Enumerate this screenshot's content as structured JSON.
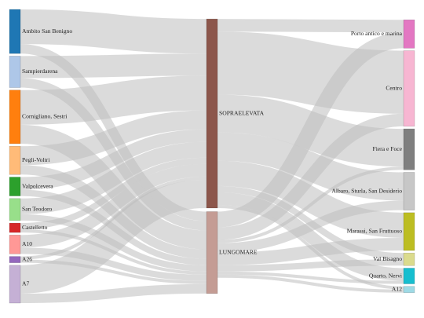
{
  "chart_data": {
    "type": "sankey",
    "title": "",
    "link_color": "#bdbdbd",
    "nodes": [
      {
        "id": "ambito",
        "label": "Ambito San Benigno",
        "column": 0,
        "color": "#1f77b4"
      },
      {
        "id": "sampier",
        "label": "Sampierdarena",
        "column": 0,
        "color": "#aec7e8"
      },
      {
        "id": "cornig",
        "label": "Cornigliano, Sestri",
        "column": 0,
        "color": "#ff7f0e"
      },
      {
        "id": "pegli",
        "label": "Pegli-Voltri",
        "column": 0,
        "color": "#ffbb78"
      },
      {
        "id": "valpol",
        "label": "Valpolcevera",
        "column": 0,
        "color": "#2ca02c"
      },
      {
        "id": "santeo",
        "label": "San Teodoro",
        "column": 0,
        "color": "#98df8a"
      },
      {
        "id": "castel",
        "label": "Castelletto",
        "column": 0,
        "color": "#d62728"
      },
      {
        "id": "a10",
        "label": "A10",
        "column": 0,
        "color": "#ff9896"
      },
      {
        "id": "a26",
        "label": "A26",
        "column": 0,
        "color": "#9467bd"
      },
      {
        "id": "a7",
        "label": "A7",
        "column": 0,
        "color": "#c5b0d5"
      },
      {
        "id": "sopra",
        "label": "SOPRAELEVATA",
        "column": 1,
        "color": "#8c564b"
      },
      {
        "id": "lungo",
        "label": "LUNGOMARE",
        "column": 1,
        "color": "#c49c94"
      },
      {
        "id": "porto",
        "label": "Porto antico e marina",
        "column": 2,
        "color": "#e377c2"
      },
      {
        "id": "centro",
        "label": "Centro",
        "column": 2,
        "color": "#f7b6d2"
      },
      {
        "id": "fiera",
        "label": "Fiera e Foce",
        "column": 2,
        "color": "#7f7f7f"
      },
      {
        "id": "albaro",
        "label": "Albaro, Sturla, San Desiderio",
        "column": 2,
        "color": "#c7c7c7"
      },
      {
        "id": "marassi",
        "label": "Marassi, San Fruttuoso",
        "column": 2,
        "color": "#bcbd22"
      },
      {
        "id": "valbis",
        "label": "Val Bisagno",
        "column": 2,
        "color": "#dbdb8d"
      },
      {
        "id": "quarto",
        "label": "Quarto, Nervi",
        "column": 2,
        "color": "#17becf"
      },
      {
        "id": "a12",
        "label": "A12",
        "column": 2,
        "color": "#9edae5"
      }
    ],
    "links": [
      {
        "source": "ambito",
        "target": "sopra",
        "value": 11
      },
      {
        "source": "ambito",
        "target": "lungo",
        "value": 3
      },
      {
        "source": "sampier",
        "target": "sopra",
        "value": 7
      },
      {
        "source": "sampier",
        "target": "lungo",
        "value": 3
      },
      {
        "source": "cornig",
        "target": "sopra",
        "value": 11
      },
      {
        "source": "cornig",
        "target": "lungo",
        "value": 6
      },
      {
        "source": "pegli",
        "target": "sopra",
        "value": 6
      },
      {
        "source": "pegli",
        "target": "lungo",
        "value": 3
      },
      {
        "source": "valpol",
        "target": "sopra",
        "value": 4
      },
      {
        "source": "valpol",
        "target": "lungo",
        "value": 2
      },
      {
        "source": "santeo",
        "target": "sopra",
        "value": 5
      },
      {
        "source": "santeo",
        "target": "lungo",
        "value": 2
      },
      {
        "source": "castel",
        "target": "sopra",
        "value": 2
      },
      {
        "source": "castel",
        "target": "lungo",
        "value": 1
      },
      {
        "source": "a10",
        "target": "sopra",
        "value": 4
      },
      {
        "source": "a10",
        "target": "lungo",
        "value": 2
      },
      {
        "source": "a26",
        "target": "sopra",
        "value": 1
      },
      {
        "source": "a26",
        "target": "lungo",
        "value": 1
      },
      {
        "source": "a7",
        "target": "sopra",
        "value": 9
      },
      {
        "source": "a7",
        "target": "lungo",
        "value": 3
      },
      {
        "source": "sopra",
        "target": "porto",
        "value": 4
      },
      {
        "source": "sopra",
        "target": "centro",
        "value": 20
      },
      {
        "source": "sopra",
        "target": "fiera",
        "value": 12
      },
      {
        "source": "sopra",
        "target": "albaro",
        "value": 9
      },
      {
        "source": "sopra",
        "target": "marassi",
        "value": 8
      },
      {
        "source": "sopra",
        "target": "valbis",
        "value": 2
      },
      {
        "source": "sopra",
        "target": "quarto",
        "value": 4
      },
      {
        "source": "sopra",
        "target": "a12",
        "value": 1
      },
      {
        "source": "lungo",
        "target": "porto",
        "value": 5
      },
      {
        "source": "lungo",
        "target": "centro",
        "value": 4
      },
      {
        "source": "lungo",
        "target": "fiera",
        "value": 1
      },
      {
        "source": "lungo",
        "target": "albaro",
        "value": 3
      },
      {
        "source": "lungo",
        "target": "marassi",
        "value": 4
      },
      {
        "source": "lungo",
        "target": "valbis",
        "value": 2
      },
      {
        "source": "lungo",
        "target": "quarto",
        "value": 1
      },
      {
        "source": "lungo",
        "target": "a12",
        "value": 1
      }
    ]
  }
}
